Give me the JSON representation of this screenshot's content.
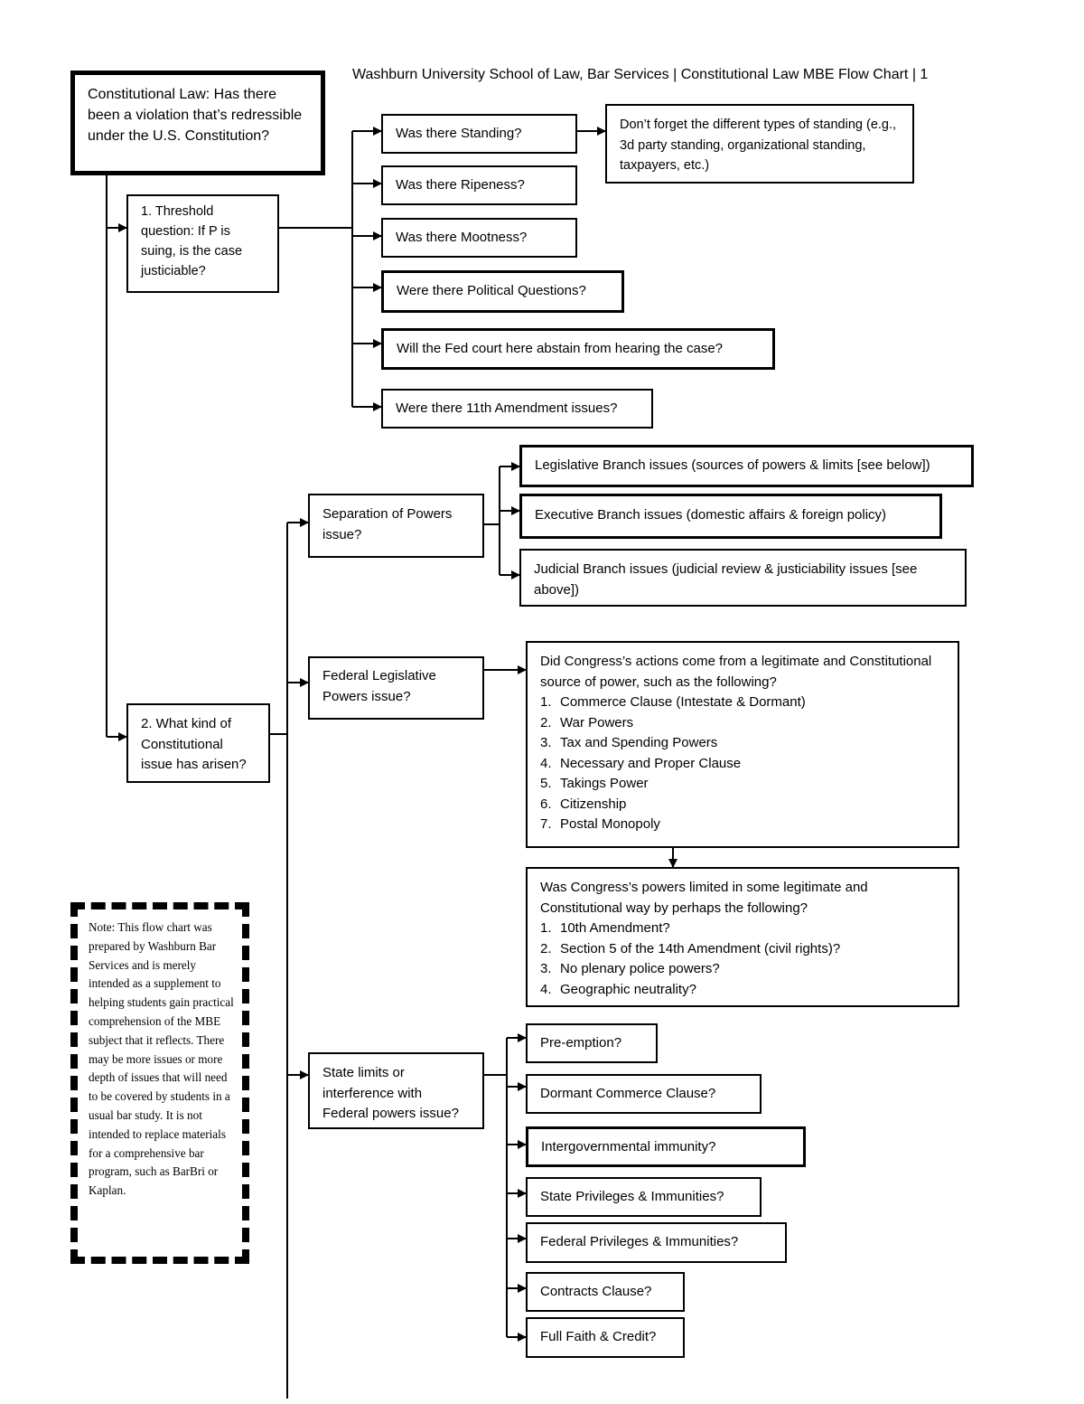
{
  "header": "Washburn University School of Law, Bar Services | Constitutional Law MBE Flow Chart | 1",
  "root": "Constitutional Law:  Has there been a violation that’s redressible under the U.S. Constitution?",
  "q1": "1.  Threshold question:  If P is suing, is the case justiciable?",
  "justiciability": [
    "Was there Standing?",
    "Was there Ripeness?",
    "Was there Mootness?",
    "Were there Political Questions?",
    "Will the Fed court here abstain from hearing the case?",
    "Were there 11th Amendment issues?"
  ],
  "standing_note": "Don’t forget the different types of standing (e.g., 3d party standing, organizational standing, taxpayers, etc.)",
  "q2": "2.  What kind of Constitutional issue has arisen?",
  "separation": {
    "label": "Separation of Powers issue?",
    "branches": [
      "Legislative Branch issues (sources of powers & limits [see below])",
      "Executive Branch issues (domestic affairs & foreign policy)",
      "Judicial Branch issues (judicial review & justiciability issues [see above])"
    ]
  },
  "federal": {
    "label": "Federal Legislative Powers issue?",
    "sources_intro": "Did Congress’s actions come from a legitimate and Constitutional source of power, such as the following?",
    "sources": [
      {
        "num": "1.",
        "text": "Commerce Clause (Intestate & Dormant)"
      },
      {
        "num": "2.",
        "text": "War Powers"
      },
      {
        "num": "3.",
        "text": "Tax and Spending Powers"
      },
      {
        "num": "4.",
        "text": "Necessary and Proper Clause"
      },
      {
        "num": "5.",
        "text": "Takings Power"
      },
      {
        "num": "6.",
        "text": "Citizenship"
      },
      {
        "num": "7.",
        "text": "Postal Monopoly"
      }
    ],
    "limits_intro": "Was Congress’s powers limited in some legitimate and Constitutional way by perhaps the following?",
    "limits": [
      {
        "num": "1.",
        "text": "10th Amendment?"
      },
      {
        "num": "2.",
        "text": "Section 5 of the 14th Amendment (civil rights)?"
      },
      {
        "num": "3.",
        "text": "No plenary police powers?"
      },
      {
        "num": "4.",
        "text": "Geographic neutrality?"
      }
    ]
  },
  "state": {
    "label": "State limits or interference with Federal powers issue?",
    "items": [
      "Pre-emption?",
      "Dormant Commerce Clause?",
      "Intergovernmental immunity?",
      "State Privileges & Immunities?",
      "Federal Privileges & Immunities?",
      "Contracts Clause?",
      "Full Faith & Credit?"
    ]
  },
  "note": "Note:  This flow chart was prepared by Washburn Bar Services and is merely intended as a supplement to helping students  gain practical comprehension of the MBE subject that it reflects.  There may be more issues or more depth of issues that will need to be covered by students in a usual bar study.  It is not intended to replace materials for a comprehensive bar program, such as BarBri or Kaplan."
}
